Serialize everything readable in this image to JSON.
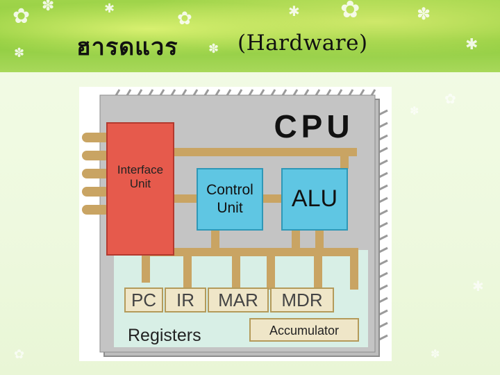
{
  "slide": {
    "title_thai": "ฮารดแวร",
    "title_english": "(Hardware)"
  },
  "diagram": {
    "chip_label": "CPU",
    "interface_unit": "Interface\nUnit",
    "control_unit": "Control\nUnit",
    "alu": "ALU",
    "registers_label": "Registers",
    "register_boxes": [
      "PC",
      "IR",
      "MAR",
      "MDR"
    ],
    "accumulator": "Accumulator"
  },
  "colors": {
    "header_green": "#8ccb3c",
    "interface_red": "#e8574a",
    "unit_blue": "#5ec7e4",
    "bus_tan": "#c9a463",
    "register_area": "#d9efe8",
    "chip_gray": "#bfbfbf"
  }
}
